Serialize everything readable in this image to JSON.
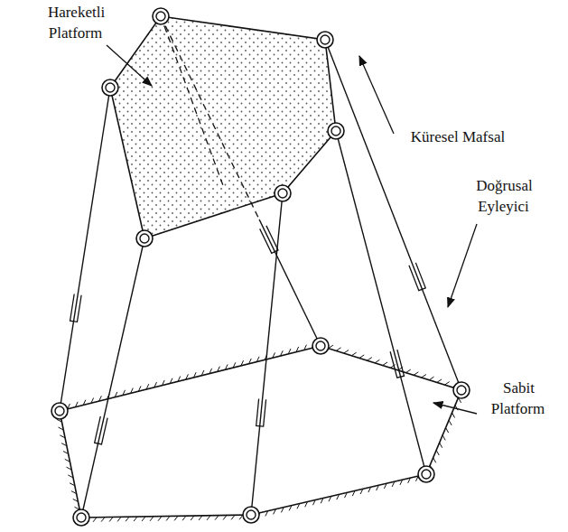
{
  "diagram": {
    "labels": [
      "Hareketli Platform",
      "Küresel Mafsal",
      "Doğrusal Eyleyici",
      "Sabit Platform"
    ]
  }
}
